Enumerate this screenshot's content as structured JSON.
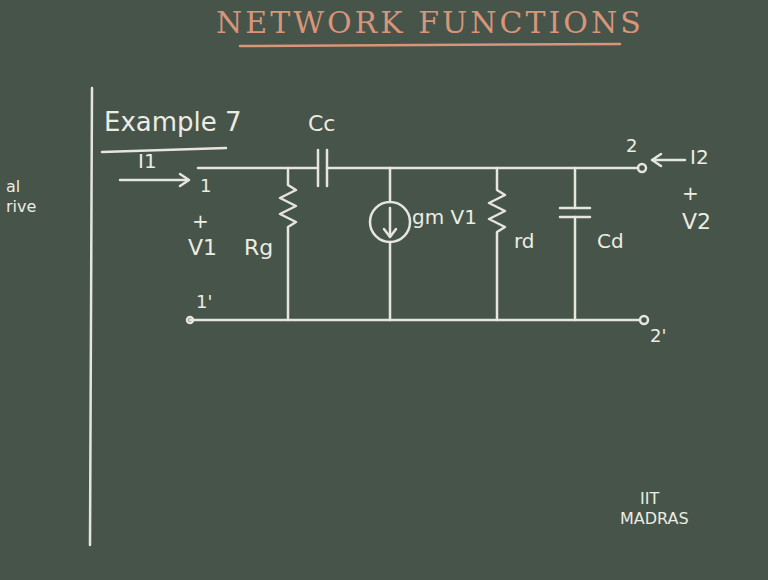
{
  "diagram": {
    "title": "NETWORK FUNCTIONS",
    "labels": [
      "Example 7",
      "al",
      "rive",
      "I1",
      "1",
      "+",
      "V1",
      "1'",
      "Rg",
      "Cc",
      "gm V1",
      "rd",
      "Cd",
      "2",
      "I2",
      "+",
      "V2",
      "2'",
      "IIT",
      "MADRAS"
    ]
  }
}
